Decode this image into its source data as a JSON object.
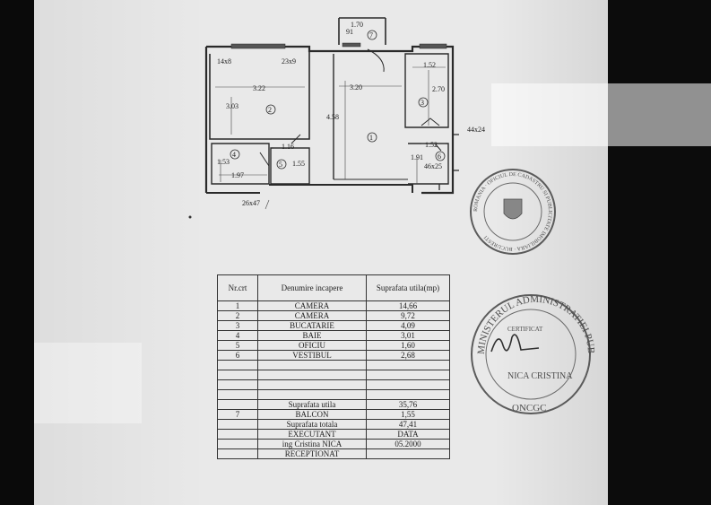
{
  "plan": {
    "dims": {
      "top_corridor": "1.70",
      "d91": "91",
      "w14x8": "14x8",
      "w23x9": "23x9",
      "w322": "3.22",
      "w320": "3.20",
      "w152a": "1.52",
      "h270": "2.70",
      "h303": "3.03",
      "h458": "4.58",
      "w44x24": "44x24",
      "w116": "1.16",
      "w152b": "1.52",
      "h153": "1.53",
      "w155": "1.55",
      "w191": "1.91",
      "w46x25": "46x25",
      "w197": "1.97",
      "w26x47": "26x47"
    },
    "room_numbers": [
      "1",
      "2",
      "3",
      "4",
      "5",
      "6",
      "7"
    ]
  },
  "table": {
    "headers": [
      "Nr.crt",
      "Denumire incapere",
      "Suprafata utila(mp)"
    ],
    "rows": [
      {
        "nr": "1",
        "name": "CAMERA",
        "area": "14,66"
      },
      {
        "nr": "2",
        "name": "CAMERA",
        "area": "9,72"
      },
      {
        "nr": "3",
        "name": "BUCATARIE",
        "area": "4,09"
      },
      {
        "nr": "4",
        "name": "BAIE",
        "area": "3,01"
      },
      {
        "nr": "5",
        "name": "OFICIU",
        "area": "1,60"
      },
      {
        "nr": "6",
        "name": "VESTIBUL",
        "area": "2,68"
      }
    ],
    "summary": [
      {
        "nr": "",
        "name": "Suprafata utila",
        "area": "35,76"
      },
      {
        "nr": "7",
        "name": "BALCON",
        "area": "1,55"
      },
      {
        "nr": "",
        "name": "Suprafata totala",
        "area": "47,41"
      },
      {
        "nr": "",
        "name": "EXECUTANT",
        "area": "DATA"
      },
      {
        "nr": "",
        "name": "ing Cristina NICA",
        "area": "05.2000"
      },
      {
        "nr": "",
        "name": "RECEPTIONAT",
        "area": ""
      }
    ]
  },
  "stamps": {
    "round_top": {
      "ring": "ROMANIA · OFICIUL DE CADASTRU SI PUBLICITATE IMOBILIARA · BUCURESTI"
    },
    "round_bottom": {
      "ring": "MINISTERUL ADMINISTRATIEI PUBLICE",
      "bottom": "ONCGC",
      "line1": "CERTIFICAT",
      "name": "NICA CRISTINA"
    }
  }
}
